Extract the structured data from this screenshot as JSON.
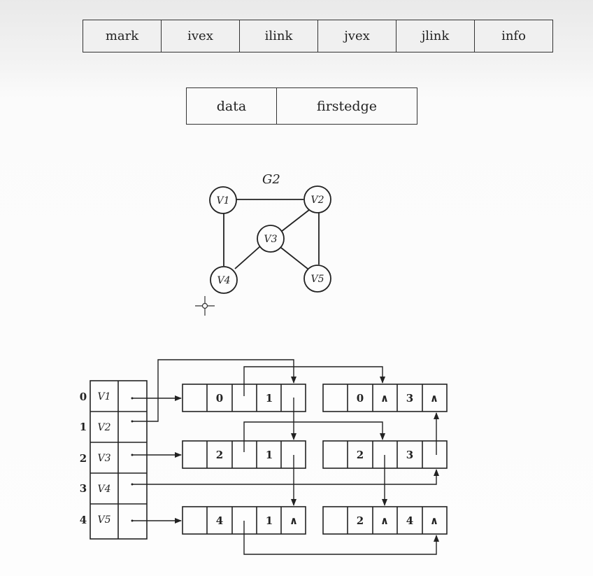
{
  "edge_node_fields": [
    "mark",
    "ivex",
    "ilink",
    "jvex",
    "jlink",
    "info"
  ],
  "vertex_node_fields": [
    "data",
    "firstedge"
  ],
  "graph": {
    "title": "G2",
    "vertices": [
      "V1",
      "V2",
      "V3",
      "V4",
      "V5"
    ],
    "edges": [
      [
        "V1",
        "V2"
      ],
      [
        "V1",
        "V4"
      ],
      [
        "V2",
        "V3"
      ],
      [
        "V2",
        "V5"
      ],
      [
        "V3",
        "V4"
      ],
      [
        "V3",
        "V5"
      ]
    ]
  },
  "adjacency_multilist": {
    "indices": [
      "0",
      "1",
      "2",
      "3",
      "4"
    ],
    "vertices": [
      "V1",
      "V2",
      "V3",
      "V4",
      "V5"
    ],
    "edge_nodes": [
      {
        "ivex": "0",
        "jvex": "1"
      },
      {
        "ivex": "0",
        "ilink": "∧",
        "jvex": "3",
        "jlink": "∧"
      },
      {
        "ivex": "2",
        "jvex": "1"
      },
      {
        "ivex": "2",
        "jvex": "3"
      },
      {
        "ivex": "4",
        "jvex": "1",
        "jlink": "∧"
      },
      {
        "ivex": "2",
        "ilink": "∧",
        "jvex": "4",
        "jlink": "∧"
      }
    ],
    "null_symbol": "∧"
  }
}
